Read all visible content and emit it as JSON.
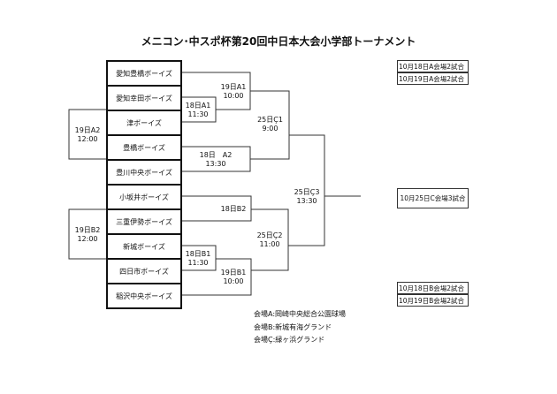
{
  "title": "メニコン･中スポ杯第20回中日本大会小学部トーナメント",
  "teams": [
    "愛知豊橋ボーイズ",
    "愛知幸田ボーイズ",
    "津ボーイズ",
    "豊橋ボーイズ",
    "豊川中央ボーイズ",
    "小坂井ボーイズ",
    "三重伊勢ボーイズ",
    "新城ボーイズ",
    "四日市ボーイズ",
    "稲沢中央ボーイズ"
  ],
  "matches": {
    "a1_19": "19日A1\n10:00",
    "a1_18": "18日A1\n11:30",
    "c1": "25日Ç1\n9:00",
    "a2_18": "18日　A2\n13:30",
    "a2_19": "19日A2\n12:00",
    "c3": "25日Ç3\n13:30",
    "b2_18": "18日B2",
    "c2": "25日Ç2\n11:00",
    "b1_18": "18日B1\n11:30",
    "b1_19": "19日B1\n10:00",
    "b2_19": "19日B2\n12:00"
  },
  "notes": {
    "a18": "10月18日A会場2試合",
    "a19": "10月19日A会場2試合",
    "c25": "10月25日C会場3試合",
    "b18": "10月18日B会場2試合",
    "b19": "10月19日B会場2試合"
  },
  "legend": [
    "会場A:岡崎中央総合公園球場",
    "会場B:新城有海グランド",
    "会場Ç:緑ヶ浜グランド"
  ]
}
